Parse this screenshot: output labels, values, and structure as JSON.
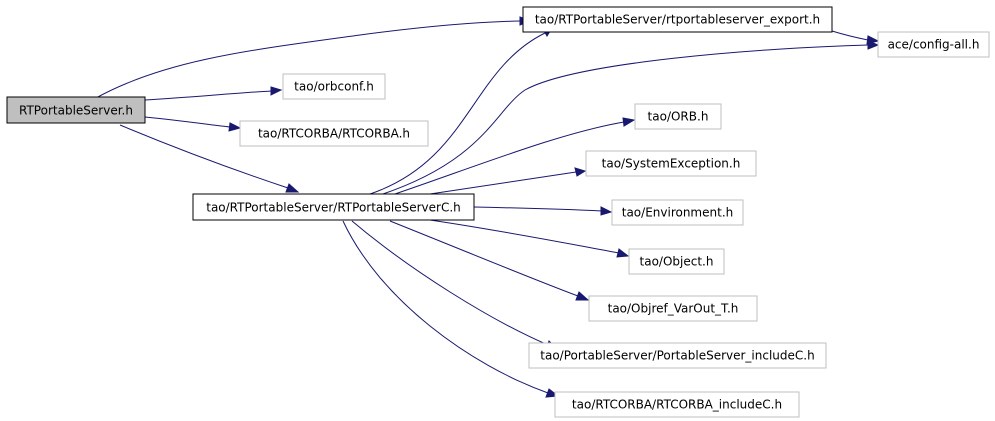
{
  "nodes": {
    "root": {
      "label": "RTPortableServer.h",
      "fill": "#bfbfbf",
      "stroke": "#000000"
    },
    "export": {
      "label": "tao/RTPortableServer/rtportableserver_export.h",
      "fill": "#ffffff",
      "stroke": "#000000"
    },
    "config": {
      "label": "ace/config-all.h",
      "fill": "#ffffff",
      "stroke": "#bfbfbf"
    },
    "orbconf": {
      "label": "tao/orbconf.h",
      "fill": "#ffffff",
      "stroke": "#bfbfbf"
    },
    "rtcorba": {
      "label": "tao/RTCORBA/RTCORBA.h",
      "fill": "#ffffff",
      "stroke": "#bfbfbf"
    },
    "rtpsc": {
      "label": "tao/RTPortableServer/RTPortableServerC.h",
      "fill": "#ffffff",
      "stroke": "#000000"
    },
    "orb": {
      "label": "tao/ORB.h",
      "fill": "#ffffff",
      "stroke": "#bfbfbf"
    },
    "sysexc": {
      "label": "tao/SystemException.h",
      "fill": "#ffffff",
      "stroke": "#bfbfbf"
    },
    "env": {
      "label": "tao/Environment.h",
      "fill": "#ffffff",
      "stroke": "#bfbfbf"
    },
    "object": {
      "label": "tao/Object.h",
      "fill": "#ffffff",
      "stroke": "#bfbfbf"
    },
    "objref": {
      "label": "tao/Objref_VarOut_T.h",
      "fill": "#ffffff",
      "stroke": "#bfbfbf"
    },
    "psinc": {
      "label": "tao/PortableServer/PortableServer_includeC.h",
      "fill": "#ffffff",
      "stroke": "#bfbfbf"
    },
    "rtcinc": {
      "label": "tao/RTCORBA/RTCORBA_includeC.h",
      "fill": "#ffffff",
      "stroke": "#bfbfbf"
    }
  },
  "edges": [
    {
      "from": "root",
      "to": "export"
    },
    {
      "from": "root",
      "to": "orbconf"
    },
    {
      "from": "root",
      "to": "rtcorba"
    },
    {
      "from": "root",
      "to": "rtpsc"
    },
    {
      "from": "export",
      "to": "config"
    },
    {
      "from": "rtpsc",
      "to": "export"
    },
    {
      "from": "rtpsc",
      "to": "config"
    },
    {
      "from": "rtpsc",
      "to": "orb"
    },
    {
      "from": "rtpsc",
      "to": "sysexc"
    },
    {
      "from": "rtpsc",
      "to": "env"
    },
    {
      "from": "rtpsc",
      "to": "object"
    },
    {
      "from": "rtpsc",
      "to": "objref"
    },
    {
      "from": "rtpsc",
      "to": "psinc"
    },
    {
      "from": "rtpsc",
      "to": "rtcinc"
    }
  ],
  "colors": {
    "edge": "#191970"
  }
}
